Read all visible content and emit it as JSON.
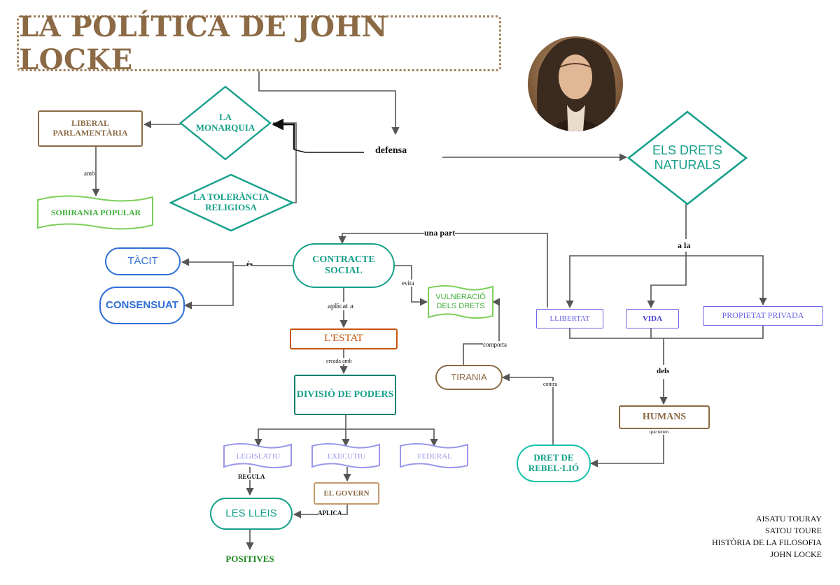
{
  "title": "LA POLÍTICA DE JOHN LOCKE",
  "portrait_icon": "john-locke-portrait",
  "colors": {
    "brown": "#8b6a45",
    "teal": "#16a08a",
    "green": "#2e8b3d",
    "light_green": "#7ccf5a",
    "blue": "#2f6fd6",
    "purple": "#6e67e8",
    "light_purple": "#9a98ea",
    "orange": "#c9530f",
    "arrow": "#555555"
  },
  "nodes": {
    "monarquia": "LA MONARQUIA",
    "liberal": "LIBERAL PARLAMENTÀRIA",
    "sobirania": "SOBIRANIA POPULAR",
    "tolerancia": "LA TOLERÀNCIA RELIGIOSA",
    "drets_naturals": "ELS DRETS NATURALS",
    "contracte": "CONTRACTE SOCIAL",
    "tacit": "TÀCIT",
    "consensuat": "CONSENSUAT",
    "vulneracio": "VULNERACIÓ DELS DRETS",
    "estat": "L'ESTAT",
    "divisio": "DIVISIÓ DE PODERS",
    "legislatiu": "LEGISLATIU",
    "executiu": "EXECUTIU",
    "federal": "FEDERAL",
    "govern": "EL GOVERN",
    "lleis": "LES LLEIS",
    "positives": "POSITIVES",
    "tirania": "TIRANIA",
    "llibertat": "LLIBERTAT",
    "vida": "VIDA",
    "propietat": "PROPIETAT PRIVADA",
    "humans": "HUMANS",
    "rebel": "DRET DE REBEL·LIÓ"
  },
  "links": {
    "defensa": "defensa",
    "amb": "amb",
    "una_part": "una part",
    "a_la": "a la",
    "es": "és",
    "evita": "evita",
    "aplicat": "aplicat a",
    "creada": "creada amb",
    "regula": "REGULA",
    "aplica": "APLICA",
    "comporta": "comporta",
    "contra": "contra",
    "dels": "dels",
    "que_tenen": "que tenen"
  },
  "credits": [
    "AISATU TOURAY",
    "SATOU TOURE",
    "HISTÒRIA DE LA FILOSOFIA",
    "JOHN LOCKE"
  ]
}
